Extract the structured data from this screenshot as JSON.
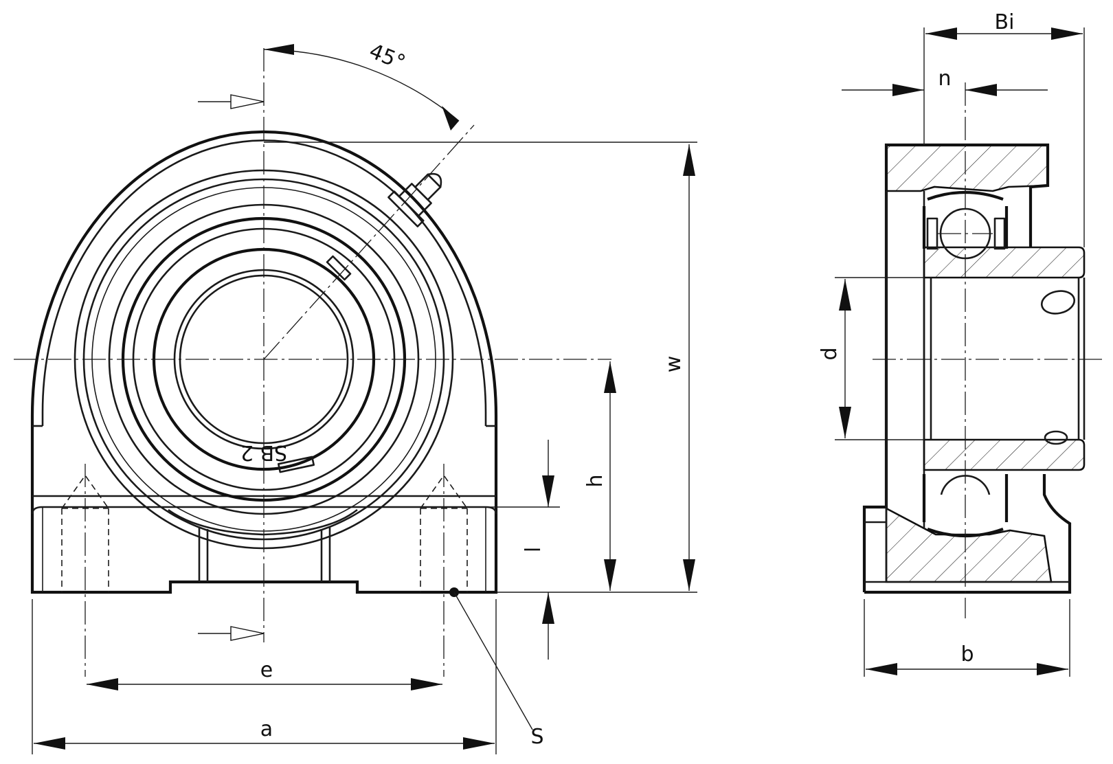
{
  "labels": {
    "angle": "45°",
    "w": "w",
    "h": "h",
    "l": "l",
    "e": "e",
    "a": "a",
    "s": "S",
    "bi": "Bi",
    "n": "n",
    "d": "d",
    "b": "b",
    "insert_marking": "SB 2"
  }
}
